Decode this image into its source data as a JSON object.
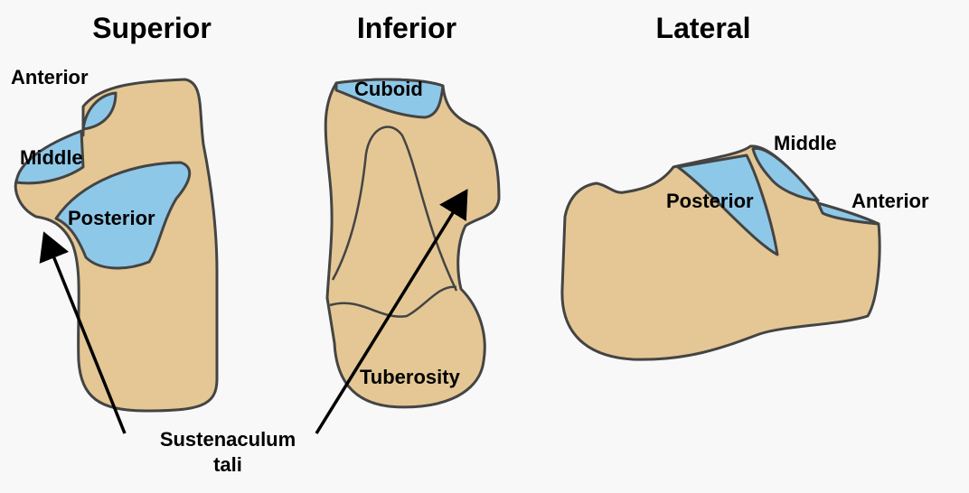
{
  "titles": {
    "superior": "Superior",
    "inferior": "Inferior",
    "lateral": "Lateral"
  },
  "superior": {
    "anterior": "Anterior",
    "middle": "Middle",
    "posterior": "Posterior"
  },
  "inferior": {
    "cuboid": "Cuboid",
    "tuberosity": "Tuberosity"
  },
  "lateral": {
    "middle": "Middle",
    "posterior": "Posterior",
    "anterior": "Anterior"
  },
  "callout": {
    "line1": "Sustenaculum",
    "line2": "tali"
  },
  "colors": {
    "bone": "#e4c794",
    "facet": "#8ec8e8",
    "outline": "#444444",
    "background": "#f8f8f8"
  }
}
